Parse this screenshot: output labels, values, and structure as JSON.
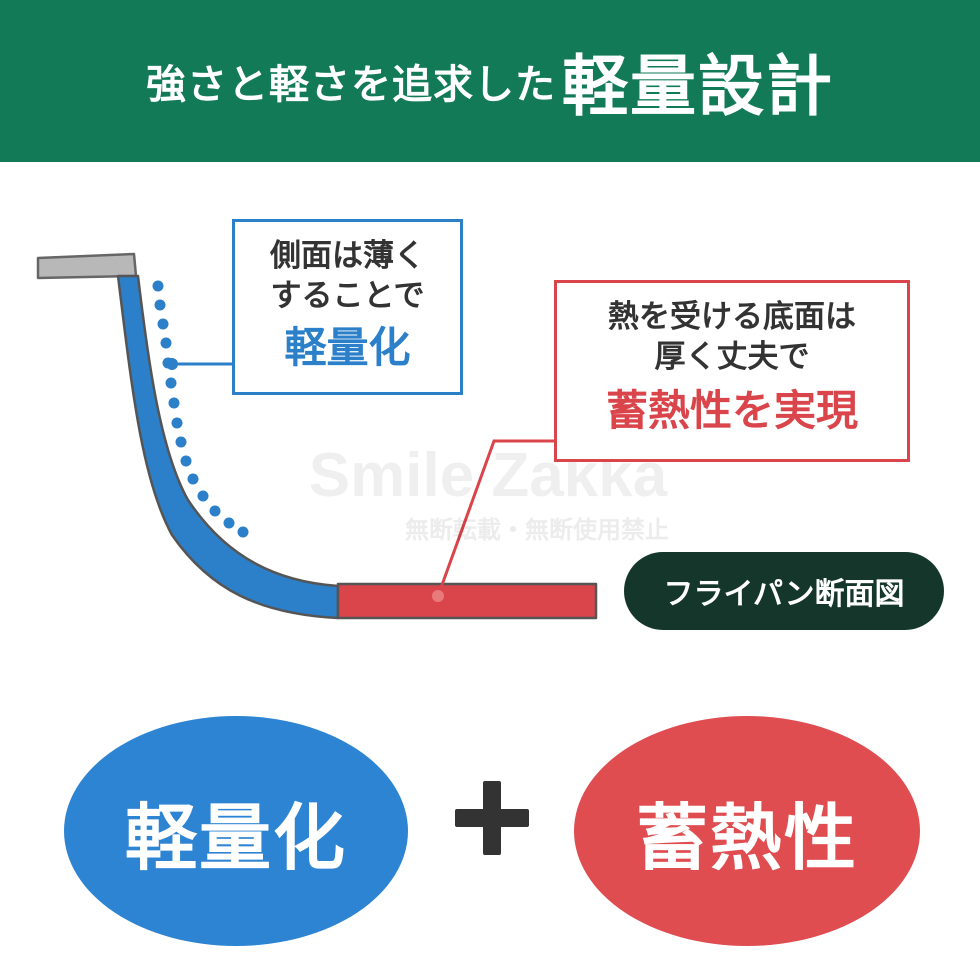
{
  "header": {
    "title_main": "強さと軽さを追求した",
    "title_emphasis": "軽量設計"
  },
  "diagram": {
    "side_callout": {
      "line1": "側面は薄く",
      "line2": "することで",
      "emphasis": "軽量化"
    },
    "bottom_callout": {
      "line1": "熱を受ける底面は",
      "line2": "厚く丈夫で",
      "emphasis": "蓄熱性を実現"
    },
    "caption": "フライパン断面図",
    "watermark": {
      "main": "Smile Zakka",
      "sub": "無断転載・無断使用禁止"
    }
  },
  "summary": {
    "left_label": "軽量化",
    "operator": "+",
    "right_label": "蓄熱性"
  },
  "colors": {
    "header_bg": "#127a57",
    "blue": "#2c7fc9",
    "red": "#d9454a",
    "pan_rim": "#b8b8b8",
    "caption_bg": "#15362b",
    "text_dark": "#333333"
  }
}
